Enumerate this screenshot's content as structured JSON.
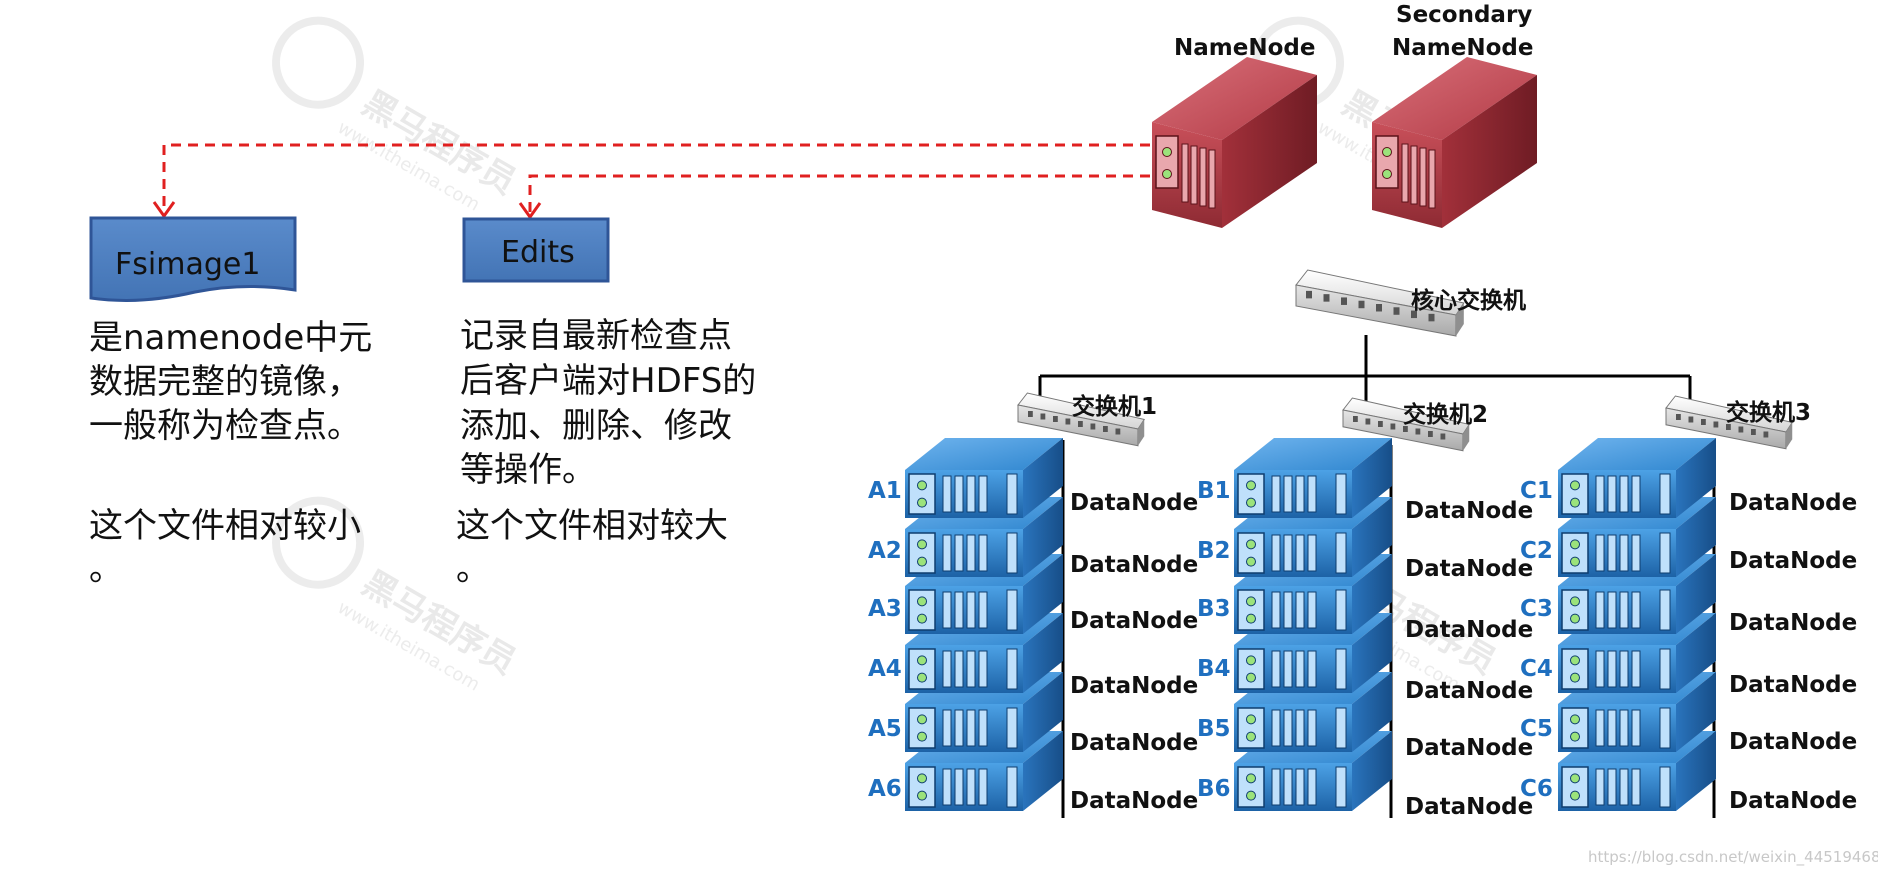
{
  "colors": {
    "namenode_red": "#b3313a",
    "datanode_blue": "#2f86cf",
    "box_blue": "#4f7fc0",
    "dashed_arrow": "#e02020",
    "rack_label_blue": "#1f6fbf"
  },
  "watermark": {
    "brand": "黑马程序员",
    "site": "www.itheima.com"
  },
  "nodes": {
    "namenode": "NameNode",
    "secondary_line1": "Secondary",
    "secondary_line2": "NameNode"
  },
  "files": {
    "fsimage": {
      "label": "Fsimage1",
      "desc": [
        "是namenode中元",
        "数据完整的镜像，",
        "一般称为检查点。",
        "",
        "这个文件相对较小",
        "。"
      ]
    },
    "edits": {
      "label": "Edits",
      "desc": [
        "记录自最新检查点",
        "后客户端对HDFS的",
        "添加、删除、修改",
        "等操作。",
        "这个文件相对较大",
        "。"
      ]
    }
  },
  "network": {
    "core_switch": "核心交换机",
    "switches": [
      "交换机1",
      "交换机2",
      "交换机3"
    ]
  },
  "racks": [
    {
      "ids": [
        "A1",
        "A2",
        "A3",
        "A4",
        "A5",
        "A6"
      ]
    },
    {
      "ids": [
        "B1",
        "B2",
        "B3",
        "B4",
        "B5",
        "B6"
      ]
    },
    {
      "ids": [
        "C1",
        "C2",
        "C3",
        "C4",
        "C5",
        "C6"
      ]
    }
  ],
  "datanode_label": "DataNode",
  "credit": "https://blog.csdn.net/weixin_44519468"
}
